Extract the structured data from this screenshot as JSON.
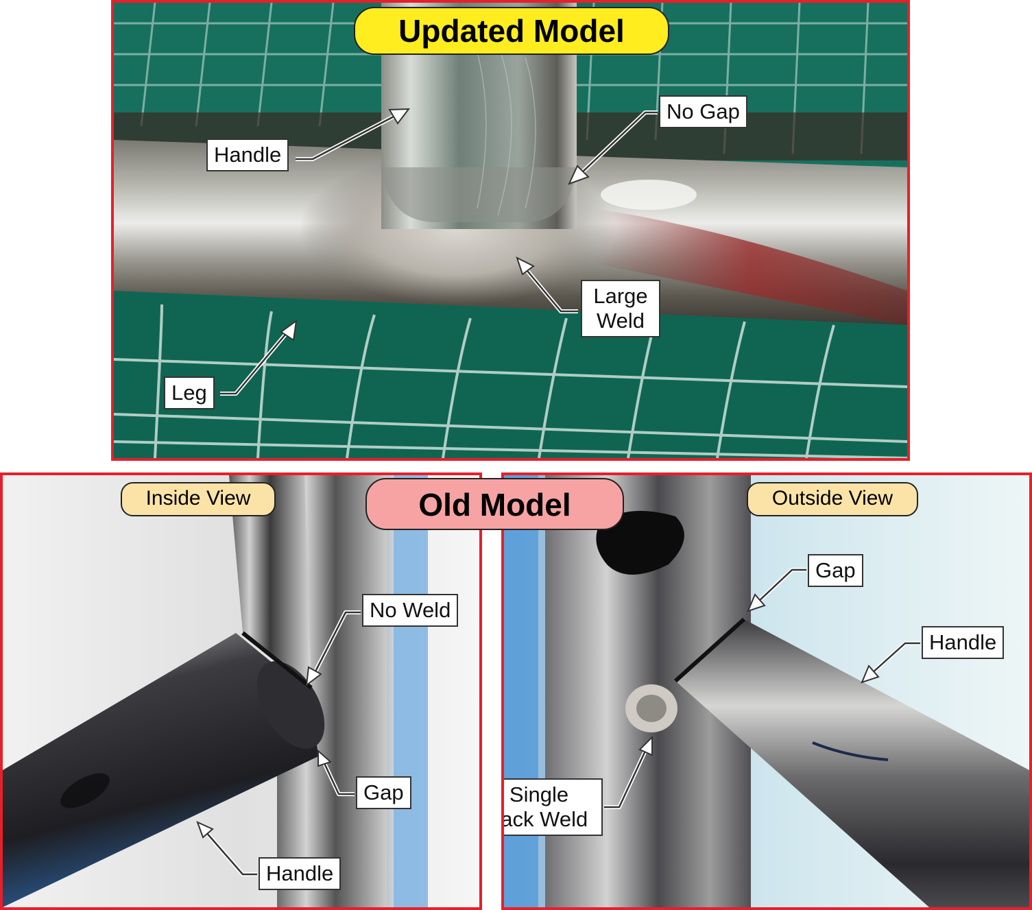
{
  "colors": {
    "frame_border": "#e5202a",
    "updated_title_bg": "#ffed1f",
    "old_title_bg": "#f7a3a3",
    "view_label_bg": "#fbe3a8",
    "mat_green": "#17705e",
    "grid_line": "#cfe3dc",
    "steel_light": "#e4e6e4",
    "steel_dark": "#2a2a2e",
    "accent_blue": "#3d8fd8"
  },
  "top_panel": {
    "title": "Updated  Model",
    "labels": {
      "handle": "Handle",
      "no_gap": "No Gap",
      "large_weld_line1": "Large",
      "large_weld_line2": "Weld",
      "leg": "Leg"
    }
  },
  "old_model_title": "Old Model",
  "left_panel": {
    "view_label": "Inside View",
    "labels": {
      "no_weld": "No Weld",
      "gap": "Gap",
      "handle": "Handle"
    }
  },
  "right_panel": {
    "view_label": "Outside View",
    "labels": {
      "gap": "Gap",
      "handle": "Handle",
      "single_tack_weld_line1": "Single",
      "single_tack_weld_line2": "Tack Weld"
    }
  }
}
